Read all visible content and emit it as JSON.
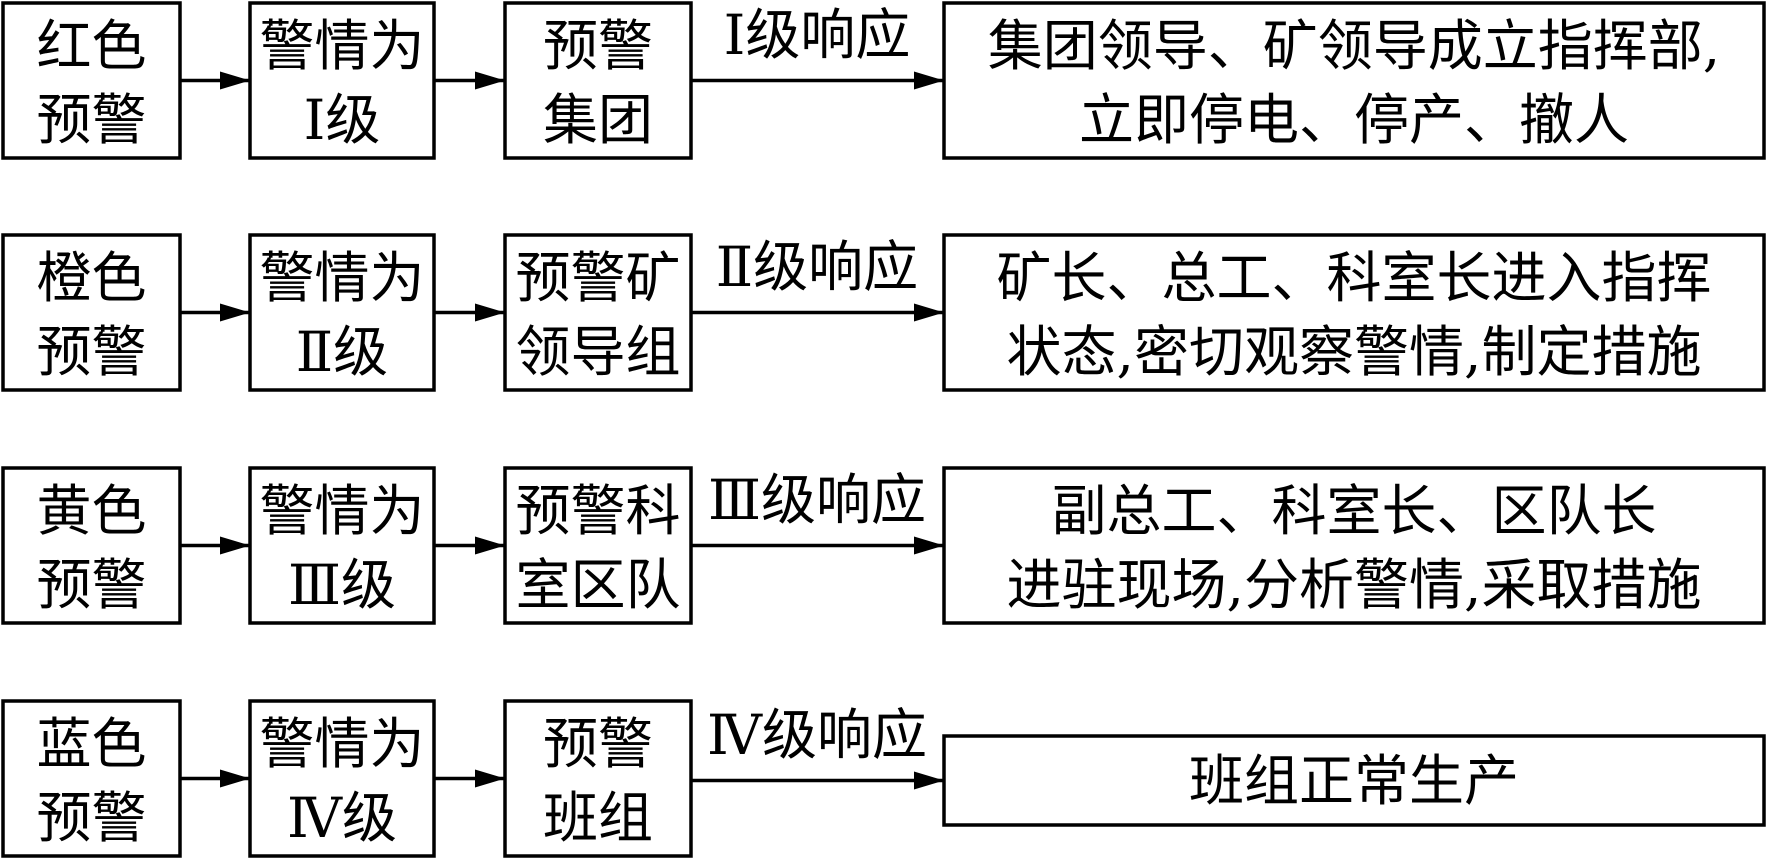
{
  "rows": [
    {
      "warning": [
        "红色",
        "预警"
      ],
      "level": [
        "警情为",
        "Ⅰ级"
      ],
      "target": [
        "预警",
        "集团"
      ],
      "response": "Ⅰ级响应",
      "action": [
        "集团领导、矿领导成立指挥部,",
        "立即停电、停产、撤人"
      ]
    },
    {
      "warning": [
        "橙色",
        "预警"
      ],
      "level": [
        "警情为",
        "Ⅱ级"
      ],
      "target": [
        "预警矿",
        "领导组"
      ],
      "response": "Ⅱ级响应",
      "action": [
        "矿长、总工、科室长进入指挥",
        "状态,密切观察警情,制定措施"
      ]
    },
    {
      "warning": [
        "黄色",
        "预警"
      ],
      "level": [
        "警情为",
        "Ⅲ级"
      ],
      "target": [
        "预警科",
        "室区队"
      ],
      "response": "Ⅲ级响应",
      "action": [
        "副总工、科室长、区队长",
        "进驻现场,分析警情,采取措施"
      ]
    },
    {
      "warning": [
        "蓝色",
        "预警"
      ],
      "level": [
        "警情为",
        "Ⅳ级"
      ],
      "target": [
        "预警",
        "班组"
      ],
      "response": "Ⅳ级响应",
      "action": [
        "班组正常生产"
      ]
    }
  ],
  "colors": {
    "stroke": "#000000",
    "background": "#ffffff"
  }
}
